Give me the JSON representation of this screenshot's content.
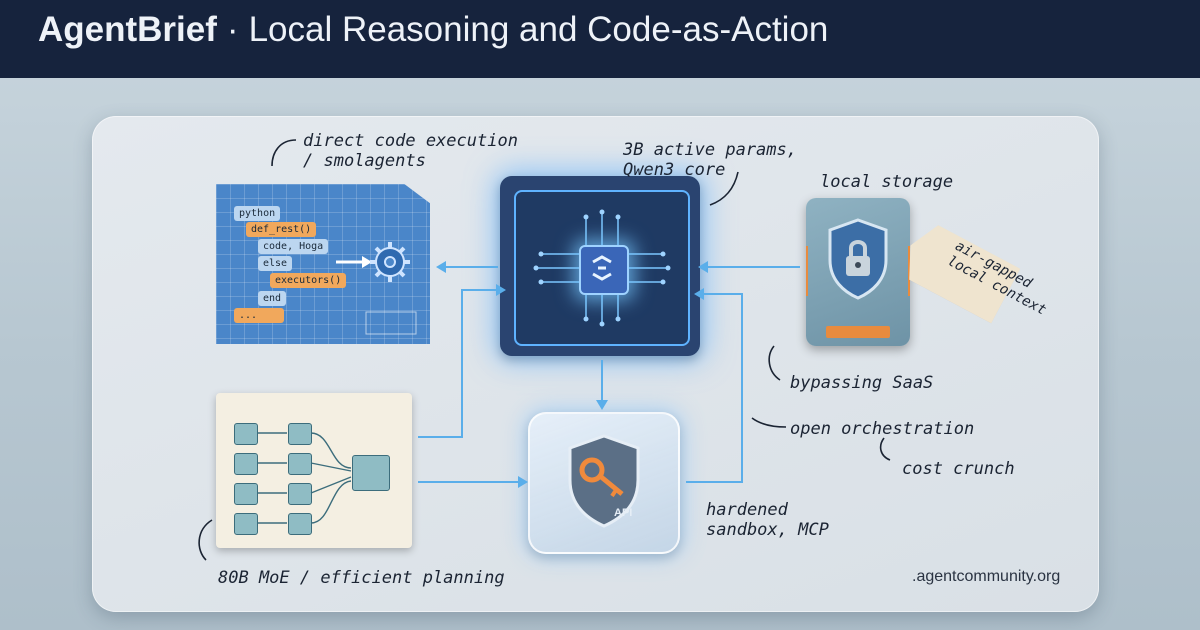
{
  "header": {
    "brand": "AgentBrief",
    "separator": "·",
    "title": "Local Reasoning and Code-as-Action"
  },
  "annotations": {
    "code_execution": [
      "direct code execution",
      "/ smolagents"
    ],
    "active_params": [
      "3B active params,",
      "Qwen3 core"
    ],
    "local_storage": "local storage",
    "air_gapped": [
      "air-gapped",
      "local context"
    ],
    "bypassing_saas": "bypassing SaaS",
    "open_orchestration": "open orchestration",
    "cost_crunch": "cost crunch",
    "hardened_sandbox": [
      "hardened",
      "sandbox, MCP"
    ],
    "moe_planning": "80B MoE / efficient planning"
  },
  "code_snippet": {
    "lines": [
      "python",
      "def_rest()",
      "code, Hoga",
      "else",
      "executors()",
      "end",
      "..."
    ]
  },
  "sandbox_badge": "API",
  "footer": {
    "url": ".agentcommunity.org"
  },
  "colors": {
    "header_bg": "#16233d",
    "glow": "#5fb3ff",
    "arrow": "#5aaeea",
    "accent_orange": "#f1a85c"
  },
  "icons": [
    "gear-icon",
    "cpu-chip-icon",
    "shield-lock-icon",
    "shield-key-icon",
    "neural-network-icon",
    "luggage-tag-icon"
  ]
}
